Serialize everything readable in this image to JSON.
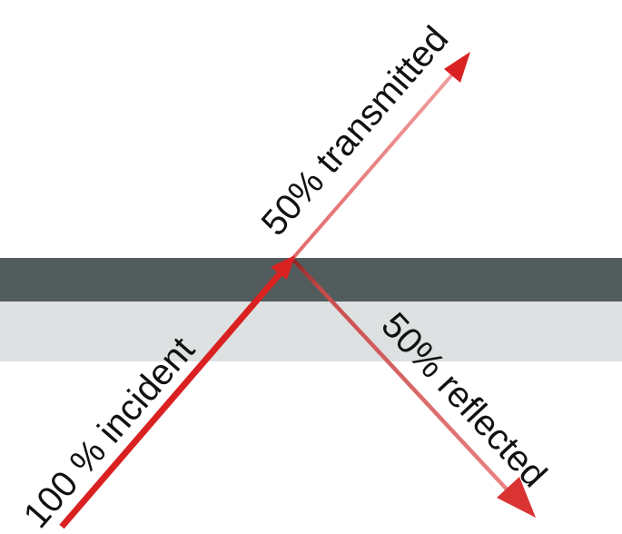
{
  "labels": {
    "incident": "100 % incident",
    "transmitted": "50% transmitted",
    "reflected": "50% reflected"
  },
  "colors": {
    "background": "#ffffff",
    "dark_layer": "#525c5c",
    "light_layer": "#dde1e2",
    "incident_beam": "#d92121",
    "transmitted_beam": "#ef9a9a",
    "reflected_beam": "#ea7c7c",
    "text": "#111111"
  }
}
